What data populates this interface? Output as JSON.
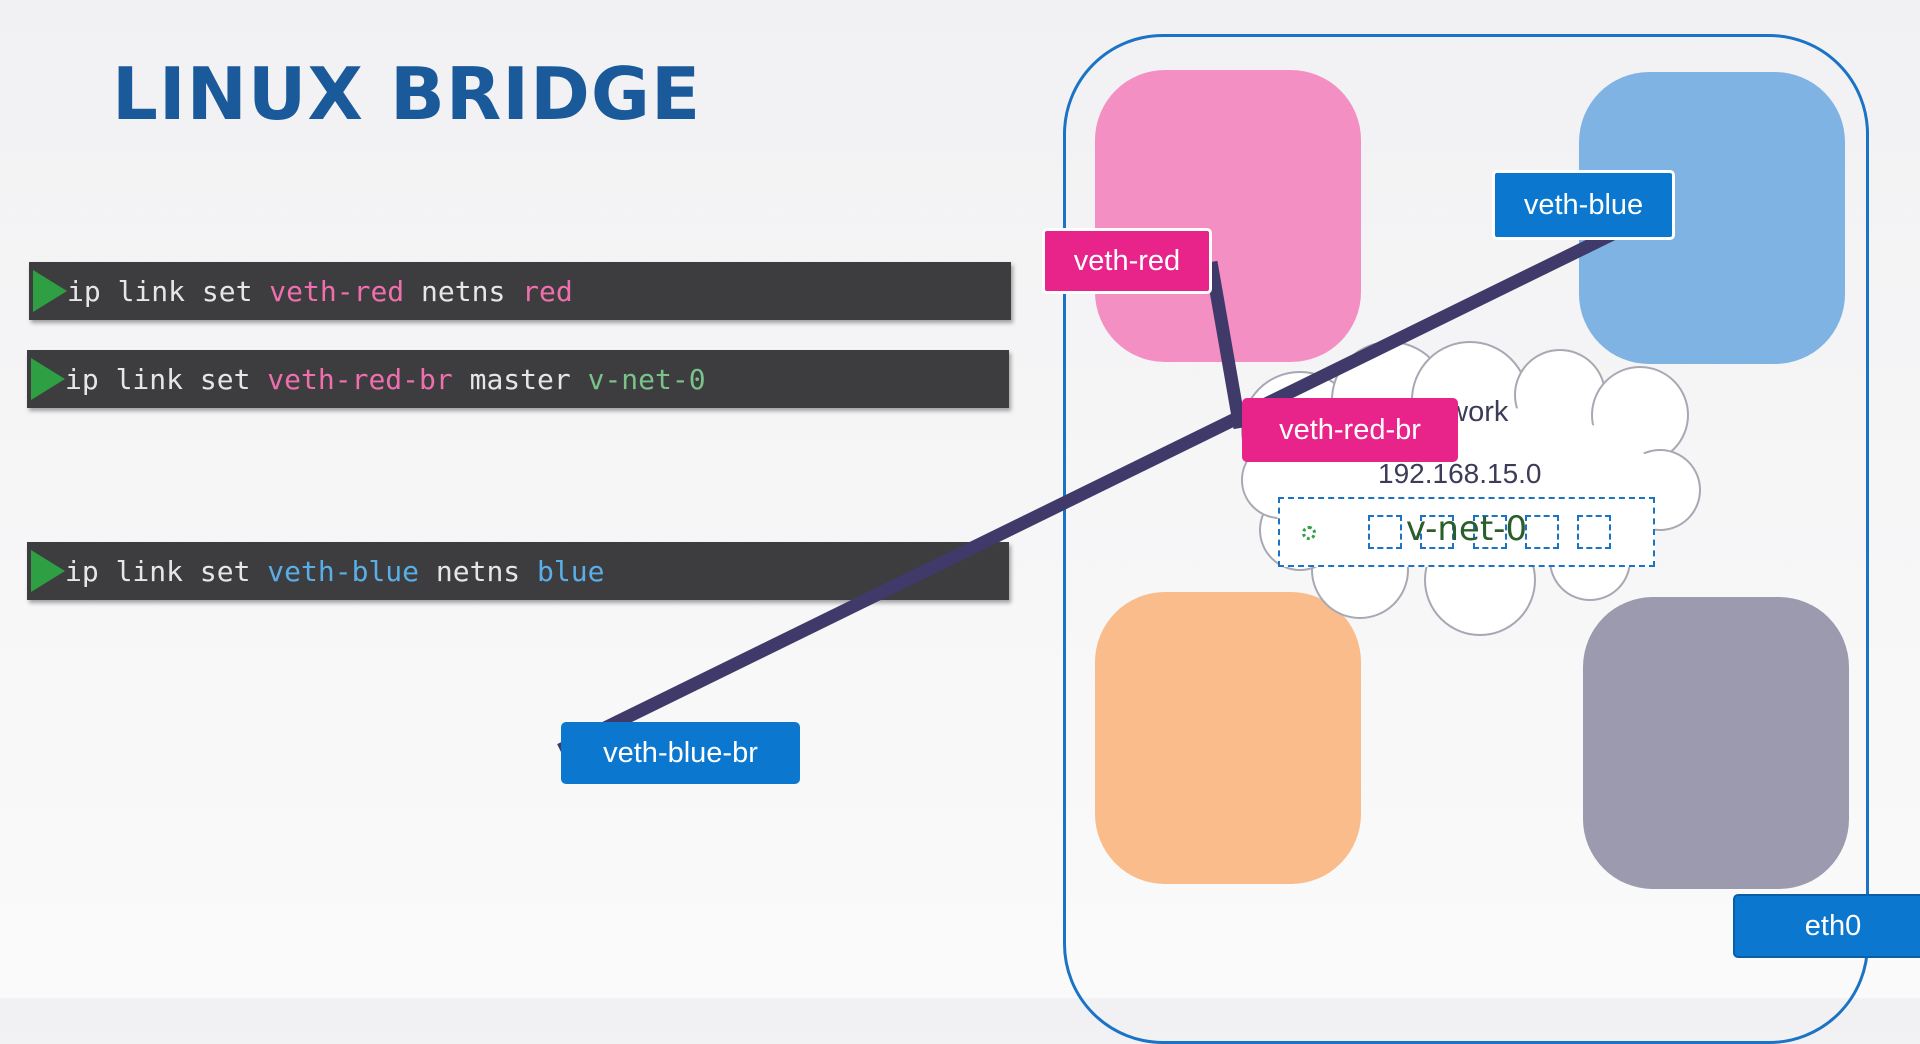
{
  "title": "LINUX BRIDGE",
  "commands": [
    {
      "parts": [
        "ip link set ",
        "veth-red",
        " netns ",
        "red"
      ]
    },
    {
      "parts": [
        "ip link set ",
        "veth-red-br",
        " master ",
        "v-net-0"
      ]
    },
    {
      "parts": [
        "ip link set ",
        "veth-blue",
        " netns ",
        "blue"
      ]
    }
  ],
  "interfaces": {
    "veth_red": "veth-red",
    "veth_blue": "veth-blue",
    "veth_red_br": "veth-red-br",
    "veth_blue_br": "veth-blue-br",
    "eth0": "eth0"
  },
  "network": {
    "label": "Network",
    "address": "192.168.15.0",
    "bridge": "v-net-0"
  },
  "colors": {
    "title": "#1b5a9a",
    "namespace_red": "#f48fc4",
    "namespace_blue": "#7fb3e4",
    "namespace_orange": "#f9bc8a",
    "namespace_gray": "#9c9aae",
    "pink_tag": "#e8238a",
    "blue_tag": "#0b77cf",
    "cable": "#3f3a6a",
    "cmd_bg": "#3d3d3f"
  }
}
